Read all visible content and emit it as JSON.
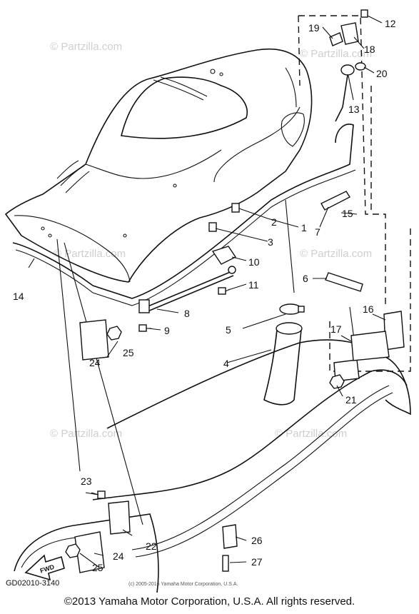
{
  "watermarks": [
    "© Partzilla.com",
    "© Partzilla.com",
    "© Partzilla.com",
    "© Partzilla.com",
    "© Partzilla.com",
    "© Partzilla.com"
  ],
  "callouts": [
    "1",
    "2",
    "3",
    "4",
    "5",
    "6",
    "7",
    "8",
    "9",
    "10",
    "11",
    "12",
    "13",
    "14",
    "15",
    "16",
    "17",
    "18",
    "19",
    "20",
    "21",
    "22",
    "23",
    "24",
    "24",
    "25",
    "25",
    "26",
    "27"
  ],
  "fwd_label": "FWD",
  "drawing_code": "GD02010-3140",
  "small_copyright": "(c) 2005-2016 Yamaha Motor Corporation, U.S.A.",
  "footer_copyright": "©2013 Yamaha Motor Corporation, U.S.A. All rights reserved."
}
